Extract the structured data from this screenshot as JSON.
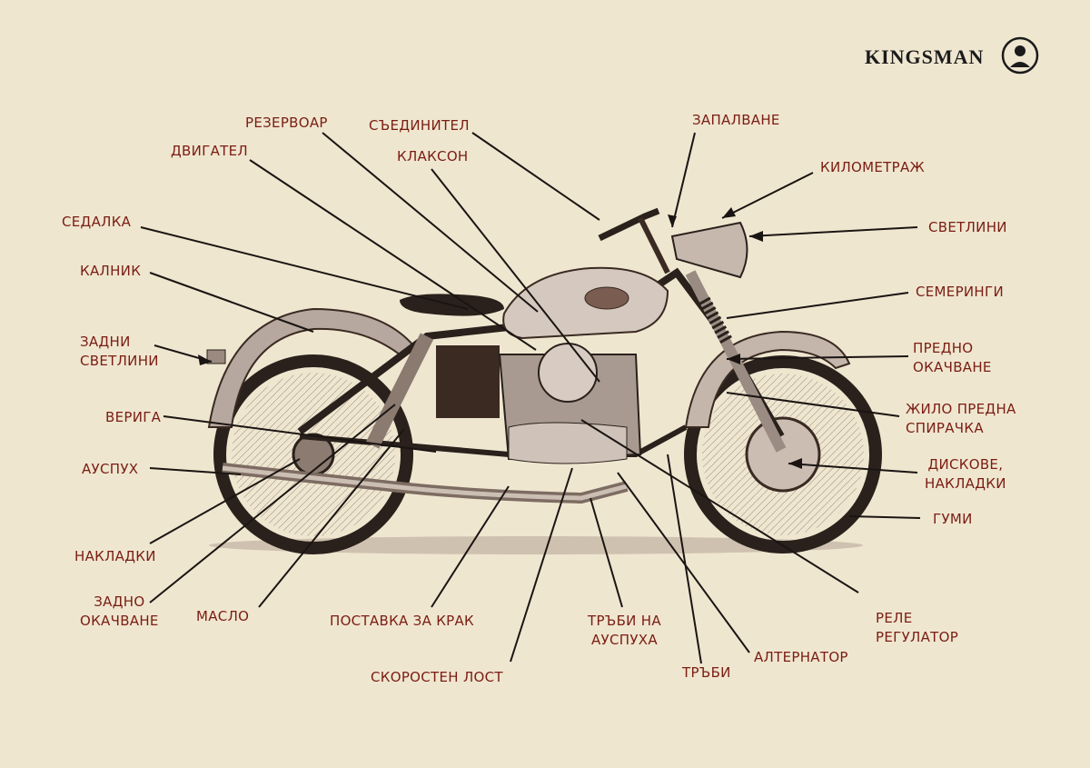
{
  "brand": {
    "name": "KINGSMAN",
    "seal_icon": "gentleman-portrait-seal"
  },
  "colors": {
    "background": "#efe6d0",
    "label": "#7a1d12",
    "leader": "#1a1512",
    "ink": "#3a2a22"
  },
  "labels": [
    {
      "id": "reservoir",
      "lines": [
        "РЕЗЕРВОАР"
      ]
    },
    {
      "id": "clutch",
      "lines": [
        "СЪЕДИНИТЕЛ"
      ]
    },
    {
      "id": "ignition",
      "lines": [
        "ЗАПАЛВАНЕ"
      ]
    },
    {
      "id": "engine",
      "lines": [
        "ДВИГАТЕЛ"
      ]
    },
    {
      "id": "horn",
      "lines": [
        "КЛАКСОН"
      ]
    },
    {
      "id": "odometer",
      "lines": [
        "КИЛОМЕТРАЖ"
      ]
    },
    {
      "id": "seat",
      "lines": [
        "СЕДАЛКА"
      ]
    },
    {
      "id": "lights",
      "lines": [
        "СВЕТЛИНИ"
      ]
    },
    {
      "id": "fender",
      "lines": [
        "КАЛНИК"
      ]
    },
    {
      "id": "seals",
      "lines": [
        "СЕМЕРИНГИ"
      ]
    },
    {
      "id": "rear-lights",
      "lines": [
        "ЗАДНИ",
        "СВЕТЛИНИ"
      ]
    },
    {
      "id": "front-suspension",
      "lines": [
        "ПРЕДНО",
        "ОКАЧВАНЕ"
      ]
    },
    {
      "id": "chain",
      "lines": [
        "ВЕРИГА"
      ]
    },
    {
      "id": "front-brake-cable",
      "lines": [
        "ЖИЛО ПРЕДНА",
        "СПИРАЧКА"
      ]
    },
    {
      "id": "exhaust",
      "lines": [
        "АУСПУХ"
      ]
    },
    {
      "id": "discs-pads",
      "lines": [
        "ДИСКОВЕ,",
        "НАКЛАДКИ"
      ]
    },
    {
      "id": "tires",
      "lines": [
        "ГУМИ"
      ]
    },
    {
      "id": "pads",
      "lines": [
        "НАКЛАДКИ"
      ]
    },
    {
      "id": "rear-suspension",
      "lines": [
        "ЗАДНО",
        "ОКАЧВАНЕ"
      ]
    },
    {
      "id": "oil",
      "lines": [
        "МАСЛО"
      ]
    },
    {
      "id": "footrest",
      "lines": [
        "ПОСТАВКА ЗА КРАК"
      ]
    },
    {
      "id": "exhaust-pipes",
      "lines": [
        "ТРЪБИ НА",
        "АУСПУХА"
      ]
    },
    {
      "id": "regulator-relay",
      "lines": [
        "РЕЛЕ",
        "РЕГУЛАТОР"
      ]
    },
    {
      "id": "alternator",
      "lines": [
        "АЛТЕРНАТОР"
      ]
    },
    {
      "id": "gear-lever",
      "lines": [
        "СКОРОСТЕН ЛОСТ"
      ]
    },
    {
      "id": "pipes",
      "lines": [
        "ТРЪБИ"
      ]
    }
  ]
}
